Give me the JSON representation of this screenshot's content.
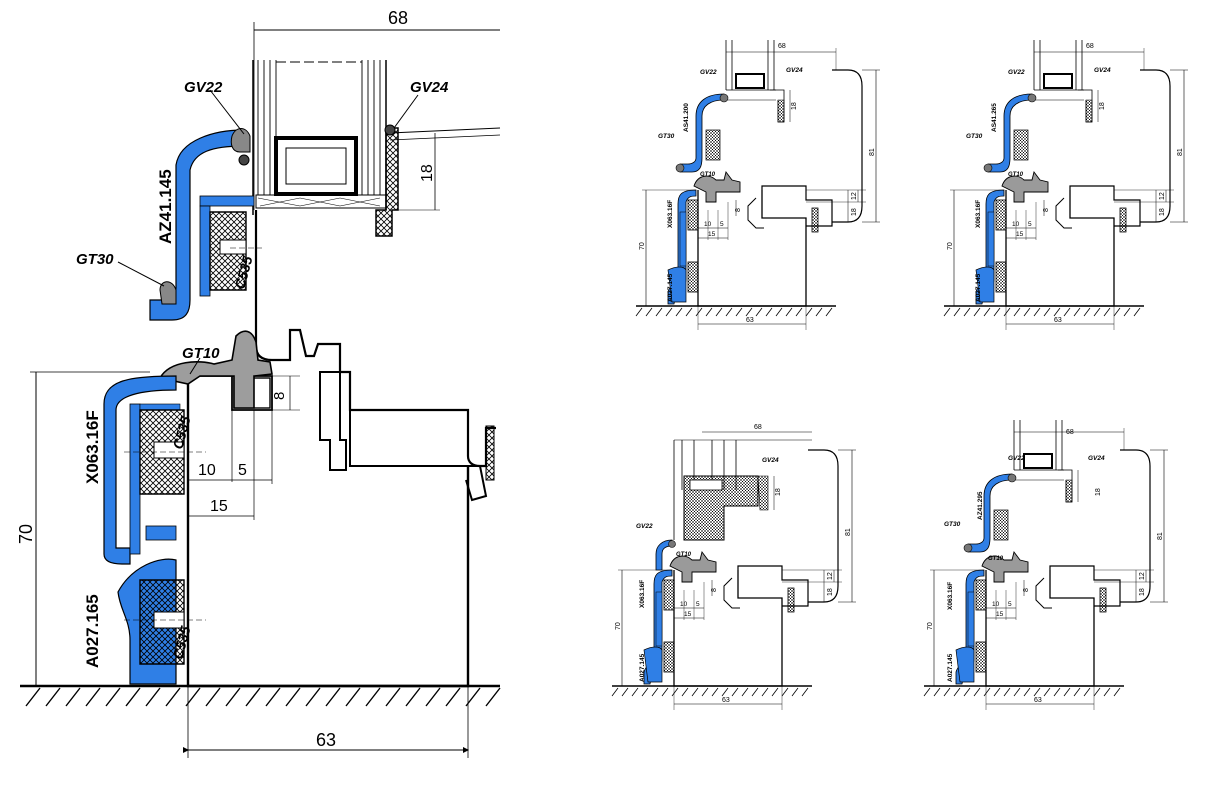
{
  "colors": {
    "profile_blue": "#2f7fe6",
    "ink": "#000000",
    "fill_gray": "#a8a8a8"
  },
  "big": {
    "dim_top": "68",
    "dim_18": "18",
    "dim_8": "8",
    "dim_10": "10",
    "dim_5": "5",
    "dim_15": "15",
    "dim_70": "70",
    "dim_63": "63",
    "gv22": "GV22",
    "gv24": "GV24",
    "az": "AZ41.145",
    "gt30": "GT30",
    "gt10": "GT10",
    "c535_a": "C535",
    "c535_b": "C535",
    "c535_c": "C535",
    "x063": "X063.16F",
    "a027": "A027.165"
  },
  "small": [
    {
      "dim_top": "68",
      "gv22": "GV22",
      "gv24": "GV24",
      "az": "AS41.200",
      "gt30": "GT30",
      "gt10": "GT10",
      "x063": "X063.16F",
      "a027": "A027.145",
      "d18a": "18",
      "d81": "81",
      "d12": "12",
      "d18b": "18",
      "d8": "8",
      "d10": "10",
      "d5": "5",
      "d15": "15",
      "d70": "70",
      "d63": "63"
    },
    {
      "dim_top": "68",
      "gv22": "GV22",
      "gv24": "GV24",
      "az": "AS41.265",
      "gt30": "GT30",
      "gt10": "GT10",
      "x063": "X063.16F",
      "a027": "A027.145",
      "d18a": "18",
      "d81": "81",
      "d12": "12",
      "d18b": "18",
      "d8": "8",
      "d10": "10",
      "d5": "5",
      "d15": "15",
      "d70": "70",
      "d63": "63"
    },
    {
      "dim_top": "68",
      "gv22": "GV22",
      "gv24": "GV24",
      "az": "",
      "gt30": "",
      "gt10": "GT10",
      "x063": "X063.16F",
      "a027": "A027.145",
      "d18a": "18",
      "d81": "81",
      "d12": "12",
      "d18b": "18",
      "d8": "8",
      "d10": "10",
      "d5": "5",
      "d15": "15",
      "d70": "70",
      "d63": "63"
    },
    {
      "dim_top": "68",
      "gv22": "GV22",
      "gv24": "GV24",
      "az": "AZ41.295",
      "gt30": "GT30",
      "gt10": "GT10",
      "x063": "X063.16F",
      "a027": "A027.145",
      "d18a": "18",
      "d81": "81",
      "d12": "12",
      "d18b": "18",
      "d8": "8",
      "d10": "10",
      "d5": "5",
      "d15": "15",
      "d70": "70",
      "d63": "63"
    }
  ]
}
